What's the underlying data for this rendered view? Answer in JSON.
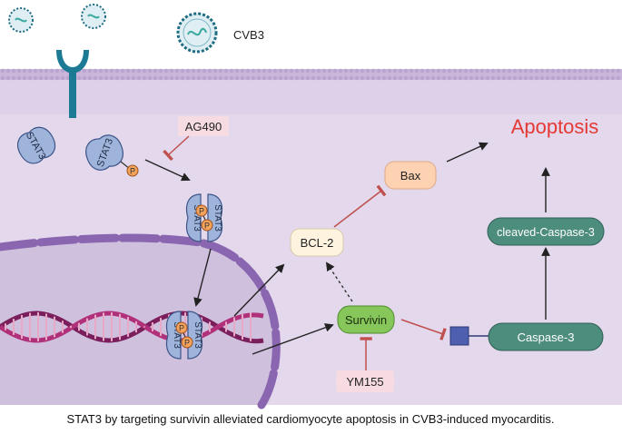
{
  "virus_label": "CVB3",
  "inhibitor_1": "AG490",
  "inhibitor_2": "YM155",
  "stat3": "STAT3",
  "phospho": "P",
  "bcl2": "BCL-2",
  "bax": "Bax",
  "survivin": "Survivin",
  "caspase3": "Caspase-3",
  "cleaved_caspase3": "cleaved-Caspase-3",
  "apoptosis": "Apoptosis",
  "caption": "STAT3 by targeting survivin alleviated cardiomyocyte apoptosis in CVB3-induced myocarditis.",
  "colors": {
    "cytoplasm": "#e3d8ec",
    "nucleus": "#cfc0dd",
    "membrane": "#c9b6da",
    "receptor": "#1d7a95",
    "stat3_fill": "#9fb4da",
    "stat3_stroke": "#3d5488",
    "phospho_fill": "#f4a35c",
    "inhibitor_fill": "#f6dce2",
    "bax_fill": "#fdd2b2",
    "bcl2_fill": "#fdf3df",
    "survivin_fill": "#86c65a",
    "caspase_fill": "#4d8d7d",
    "apoptosis_color": "#e53935",
    "inhibit_arrow": "#c0504d"
  }
}
